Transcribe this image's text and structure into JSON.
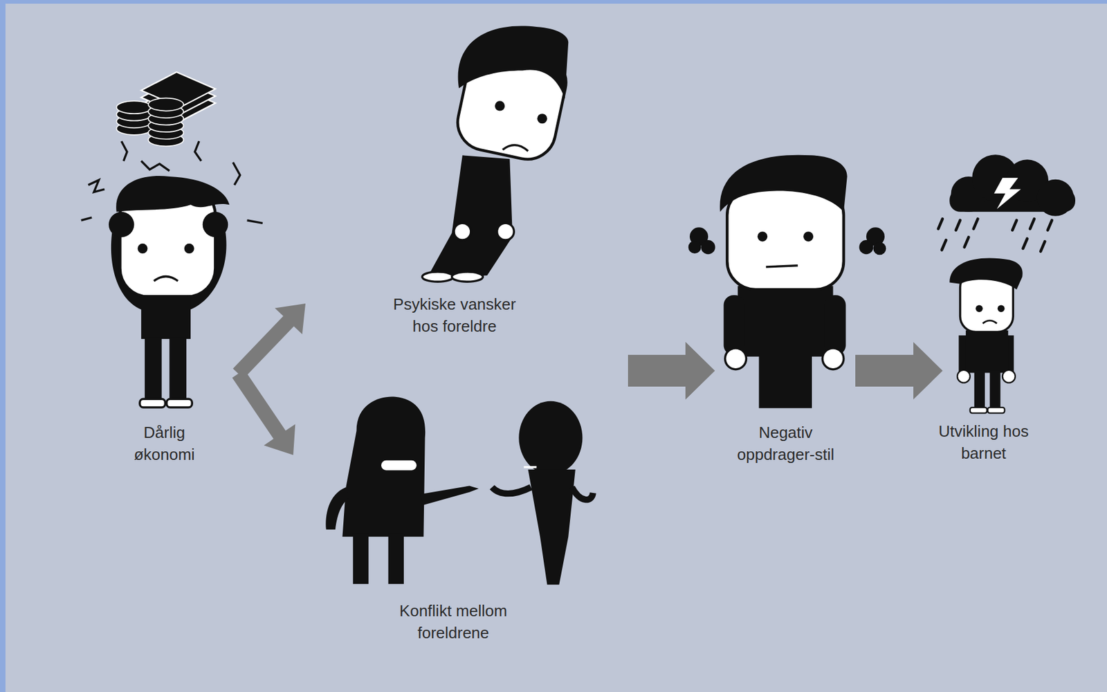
{
  "diagram": {
    "nodes": [
      {
        "text": [
          "Dårlig økonomi"
        ]
      },
      {
        "text": [
          "Psykiske vansker hos foreldre"
        ]
      },
      {
        "text": [
          "Konflikt mellom foreldrene"
        ]
      },
      {
        "text": [
          "Negativ oppdrager-stil"
        ]
      },
      {
        "text": [
          "Utvikling hos barnet"
        ]
      }
    ],
    "edges": [
      {
        "from": 0,
        "to": 1,
        "arrow": "to"
      },
      {
        "from": 0,
        "to": 2,
        "arrow": "to"
      },
      {
        "from": 1,
        "to": 3,
        "arrow": "to"
      },
      {
        "from": 2,
        "to": 3,
        "arrow": "to"
      },
      {
        "from": 3,
        "to": 4,
        "arrow": "to"
      }
    ]
  }
}
